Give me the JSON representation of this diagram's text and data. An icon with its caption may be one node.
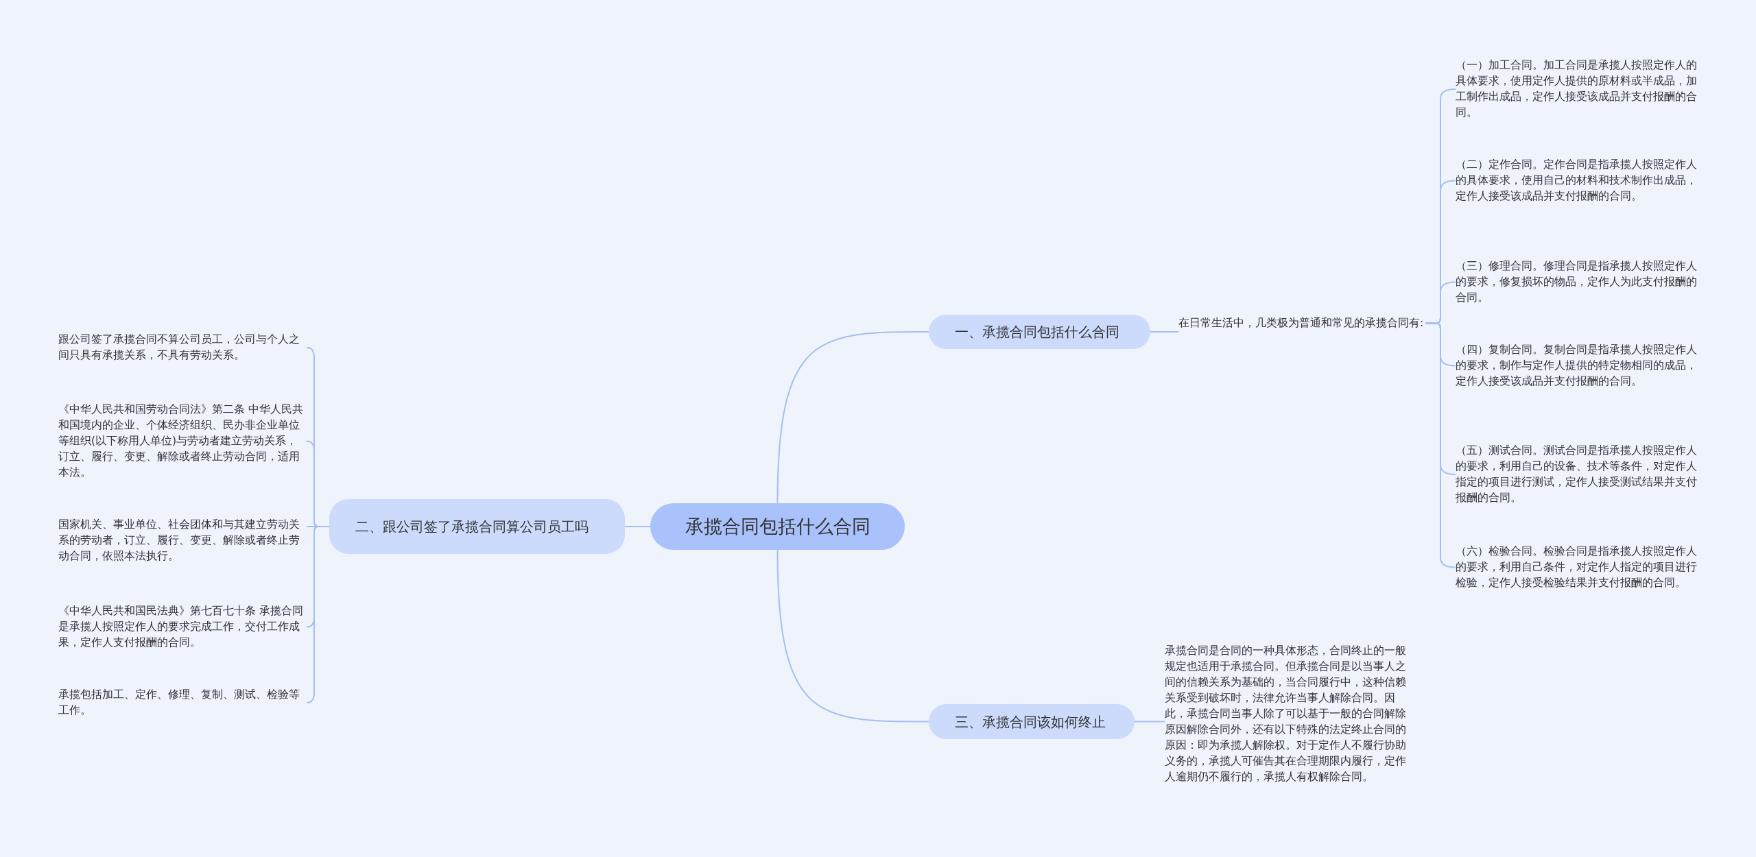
{
  "diagram": {
    "nodes": [
      {
        "text": [
          "承揽合同包括什么合同"
        ]
      },
      {
        "text": [
          "一、承揽合同包括什么合同"
        ]
      },
      {
        "text": [
          "在日常生活中，几类极为普通和常见的承揽合同有:"
        ]
      },
      {
        "text": [
          "（一）加工合同。加工合同是承揽人按照定作人的具体要求，使用定作人提供的原材料或半成品，加工制作出成品，定作人接受该成品并支付报酬的合同。"
        ]
      },
      {
        "text": [
          "（二）定作合同。定作合同是指承揽人按照定作人的具体要求，使用自己的材料和技术制作出成品，定作人接受该成品并支付报酬的合同。"
        ]
      },
      {
        "text": [
          "（三）修理合同。修理合同是指承揽人按照定作人的要求，修复损坏的物品，定作人为此支付报酬的合同。"
        ]
      },
      {
        "text": [
          "（四）复制合同。复制合同是指承揽人按照定作人的要求，制作与定作人提供的特定物相同的成品，定作人接受该成品并支付报酬的合同。"
        ]
      },
      {
        "text": [
          "（五）测试合同。测试合同是指承揽人按照定作人的要求，利用自己的设备、技术等条件，对定作人指定的项目进行测试，定作人接受测试结果并支付报酬的合同。"
        ]
      },
      {
        "text": [
          "（六）检验合同。检验合同是指承揽人按照定作人的要求，利用自己条件，对定作人指定的项目进行检验，定作人接受检验结果并支付报酬的合同。"
        ]
      },
      {
        "text": [
          "二、跟公司签了承揽合同算公司员工吗"
        ]
      },
      {
        "text": [
          "跟公司签了承揽合同不算公司员工，公司与个人之间只具有承揽关系，不具有劳动关系。"
        ]
      },
      {
        "text": [
          "《中华人民共和国劳动合同法》第二条 中华人民共和国境内的企业、个体经济组织、民办非企业单位等组织(以下称用人单位)与劳动者建立劳动关系，订立、履行、变更、解除或者终止劳动合同，适用本法。"
        ]
      },
      {
        "text": [
          "国家机关、事业单位、社会团体和与其建立劳动关系的劳动者，订立、履行、变更、解除或者终止劳动合同，依照本法执行。"
        ]
      },
      {
        "text": [
          "《中华人民共和国民法典》第七百七十条 承揽合同是承揽人按照定作人的要求完成工作，交付工作成果，定作人支付报酬的合同。"
        ]
      },
      {
        "text": [
          "承揽包括加工、定作、修理、复制、测试、检验等工作。"
        ]
      },
      {
        "text": [
          "三、承揽合同该如何终止"
        ]
      },
      {
        "text": [
          "承揽合同是合同的一种具体形态，合同终止的一般规定也适用于承揽合同。但承揽合同是以当事人之间的信赖关系为基础的，当合同履行中，这种信赖关系受到破坏时，法律允许当事人解除合同。因此，承揽合同当事人除了可以基于一般的合同解除原因解除合同外，还有以下特殊的法定终止合同的原因：即为承揽人解除权。对于定作人不履行协助义务的，承揽人可催告其在合理期限内履行，定作人逾期仍不履行的，承揽人有权解除合同。"
        ]
      }
    ],
    "edges": [
      {
        "from": 0,
        "to": 1,
        "arrow": "none"
      },
      {
        "from": 1,
        "to": 2,
        "arrow": "none"
      },
      {
        "from": 2,
        "to": 3,
        "arrow": "none"
      },
      {
        "from": 2,
        "to": 4,
        "arrow": "none"
      },
      {
        "from": 2,
        "to": 5,
        "arrow": "none"
      },
      {
        "from": 2,
        "to": 6,
        "arrow": "none"
      },
      {
        "from": 2,
        "to": 7,
        "arrow": "none"
      },
      {
        "from": 2,
        "to": 8,
        "arrow": "none"
      },
      {
        "from": 0,
        "to": 9,
        "arrow": "none"
      },
      {
        "from": 9,
        "to": 10,
        "arrow": "none"
      },
      {
        "from": 9,
        "to": 11,
        "arrow": "none"
      },
      {
        "from": 9,
        "to": 12,
        "arrow": "none"
      },
      {
        "from": 9,
        "to": 13,
        "arrow": "none"
      },
      {
        "from": 9,
        "to": 14,
        "arrow": "none"
      },
      {
        "from": 0,
        "to": 15,
        "arrow": "none"
      },
      {
        "from": 15,
        "to": 16,
        "arrow": "none"
      }
    ]
  }
}
